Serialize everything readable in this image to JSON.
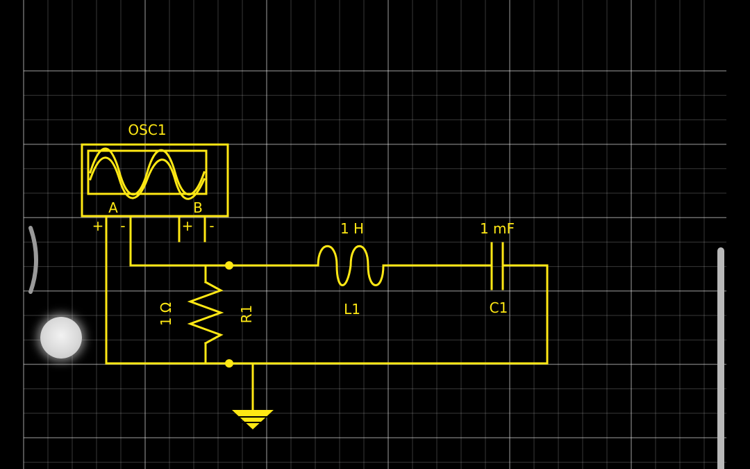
{
  "colors": {
    "background": "#000000",
    "circuit": "#ffe814",
    "grid": "#ffffff",
    "handle": "#d9d9d9"
  },
  "oscilloscope": {
    "name": "OSC1",
    "channel_a": "A",
    "channel_b": "B",
    "plus": "+",
    "minus": "-"
  },
  "resistor": {
    "name": "R1",
    "value": "1 Ω"
  },
  "inductor": {
    "name": "L1",
    "value": "1 H"
  },
  "capacitor": {
    "name": "C1",
    "value": "1 mF"
  },
  "ground": {
    "icon": "ground-icon"
  }
}
